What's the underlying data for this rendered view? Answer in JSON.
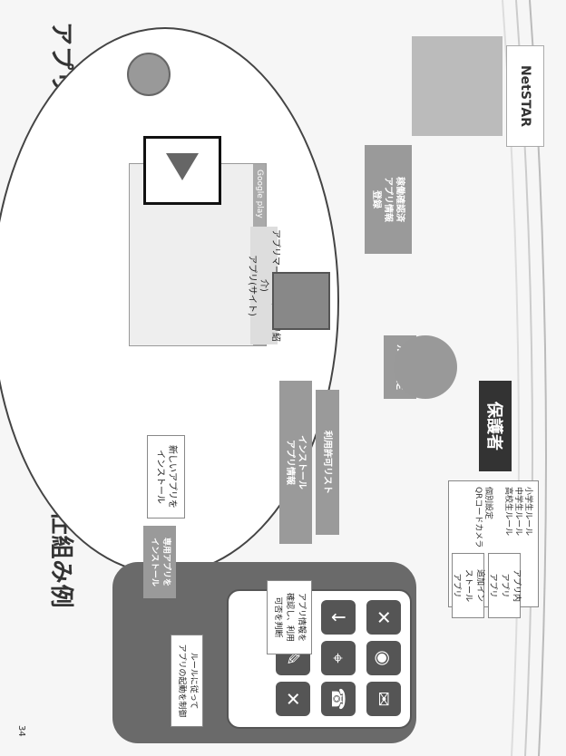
{
  "title": "アプリフィルタリング（アプリ利用制限）の仕組み例",
  "netstar": "NetSTAR",
  "market": {
    "logo": "Google play",
    "label": "アプリマーケット(アプリ紹介)\nアプリ(サイト)"
  },
  "labels": {
    "registered": "稼働確認済\nアプリ情報\n登録",
    "rule": "ルール設定",
    "list": "利用許可リスト",
    "install": "インストール\nアプリ情報",
    "guardian": "保護者",
    "rulelist": "小学生ルール\n中学生ルール\n高校生ルール\n\n個別設定\nQRコードカメラ",
    "newapp": "新しいアプリを\nインストール",
    "inapp": "アプリ内\nアプリ\nアプリ",
    "addinstall": "追加イン\nストール\nアプリ",
    "confirm": "アプリ情報を\n確認し、利用\n可否を判断",
    "control": "ルールに従って\nアプリの起動を制御",
    "dedicated": "専用アプリを\nインストール"
  },
  "page": "34"
}
